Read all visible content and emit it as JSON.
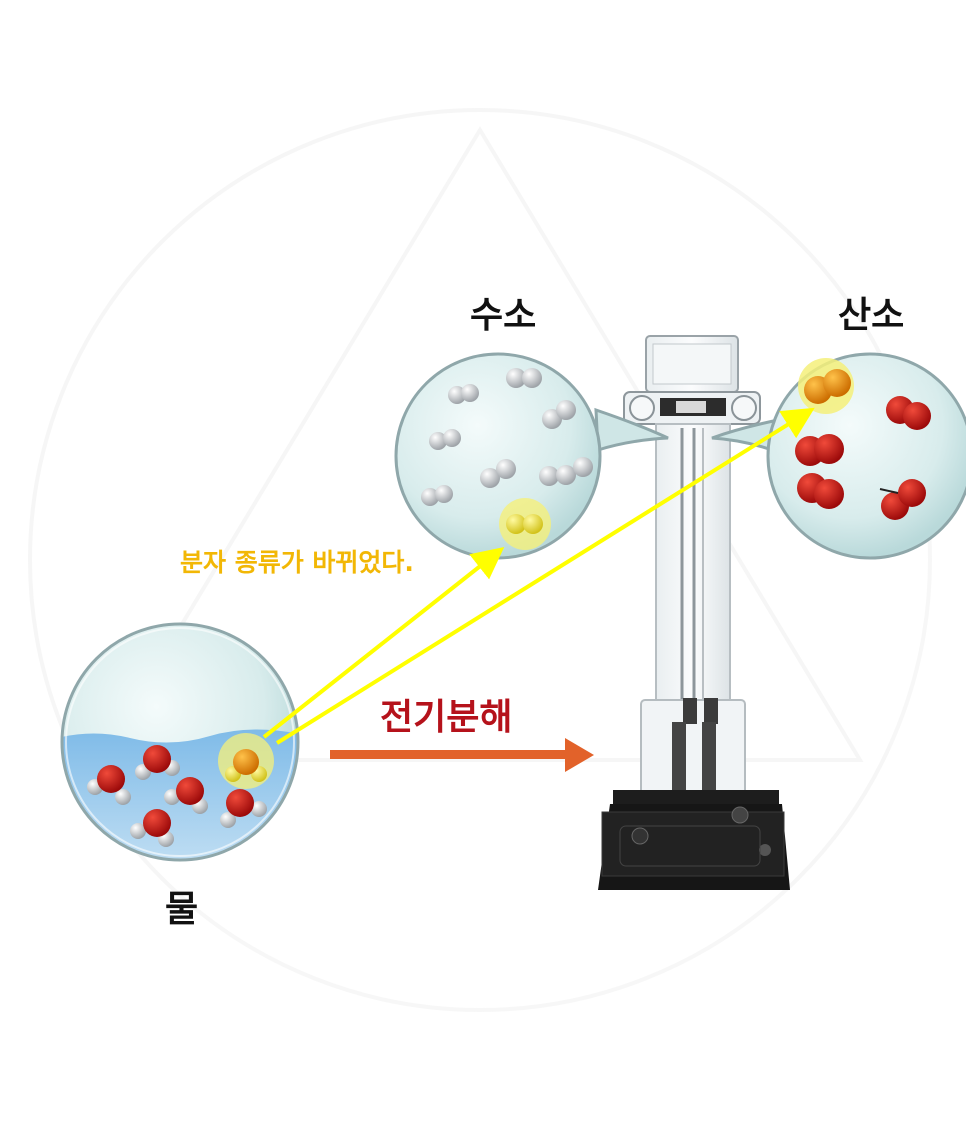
{
  "labels": {
    "hydrogen": "수소",
    "oxygen": "산소",
    "water": "물",
    "process": "전기분해",
    "note": "분자 종류가 바뀌었다."
  },
  "colors": {
    "highlight_arrow": "#ffff00",
    "process_arrow": "#e2622a",
    "process_text": "#b5121b",
    "note_text": "#f2b705",
    "hydrogen_atom": "#c9ccd0",
    "oxygen_atom": "#c41414",
    "highlight_atom": "#e88a05",
    "water_liquid": "#8cc3ec"
  }
}
